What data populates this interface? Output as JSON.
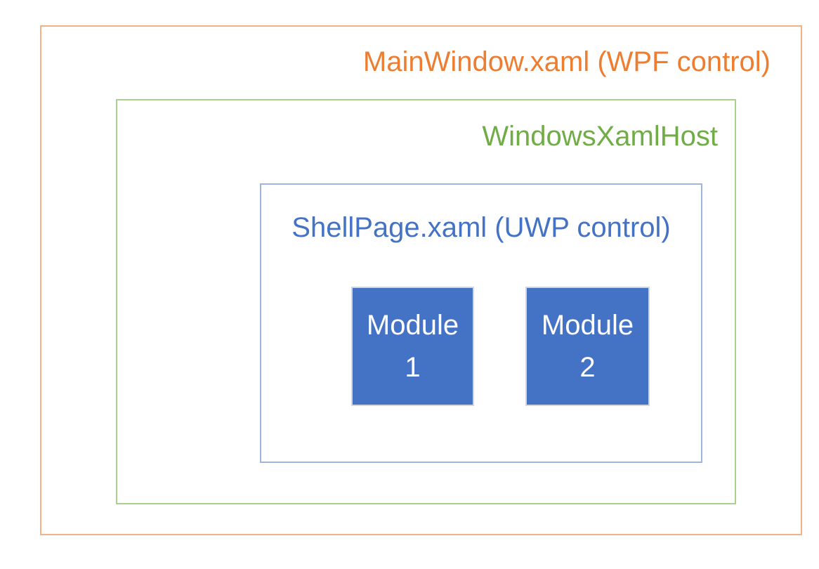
{
  "diagram": {
    "outer_box": {
      "label": "MainWindow.xaml (WPF control)",
      "text_color": "#ED7D31",
      "border_color": "#F4B183"
    },
    "host_box": {
      "label": "WindowsXamlHost",
      "text_color": "#70AD47",
      "border_color": "#A9D18E"
    },
    "shell_box": {
      "label": "ShellPage.xaml (UWP control)",
      "text_color": "#4472C4",
      "border_color": "#9EB6DE"
    },
    "modules": [
      {
        "label": "Module",
        "number": "1",
        "fill": "#4472C4",
        "border_color": "#D6D6D6",
        "text_color": "#FFFFFF"
      },
      {
        "label": "Module",
        "number": "2",
        "fill": "#4472C4",
        "border_color": "#D6D6D6",
        "text_color": "#FFFFFF"
      }
    ]
  }
}
